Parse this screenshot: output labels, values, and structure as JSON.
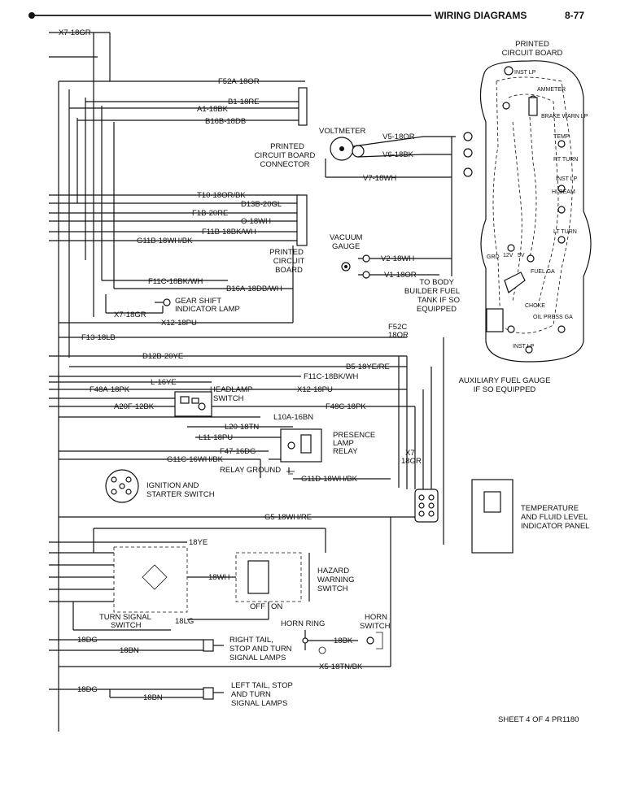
{
  "header": {
    "title": "WIRING DIAGRAMS",
    "page": "8-77"
  },
  "components": {
    "printed_circuit_board": "PRINTED\nCIRCUIT BOARD",
    "pcb_connector": "PRINTED\nCIRCUIT BOARD\nCONNECTOR",
    "voltmeter": "VOLTMETER",
    "printed_circuit_board_2": "PRINTED\nCIRCUIT\nBOARD",
    "vacuum_gauge": "VACUUM\nGAUGE",
    "gear_shift_lamp": "GEAR SHIFT\nINDICATOR LAMP",
    "to_body_builder": "TO BODY\nBUILDER FUEL\nTANK IF SO\nEQUIPPED",
    "auxiliary_fuel_gauge": "AUXILIARY FUEL GAUGE\nIF SO EQUIPPED",
    "headlamp_switch": "HEADLAMP\nSWITCH",
    "presence_lamp_relay": "PRESENCE\nLAMP\nRELAY",
    "relay_ground": "RELAY GROUND",
    "ignition_switch": "IGNITION AND\nSTARTER SWITCH",
    "temperature_panel": "TEMPERATURE\nAND FLUID LEVEL\nINDICATOR PANEL",
    "hazard_switch": "HAZARD\nWARNING\nSWITCH",
    "turn_signal_switch": "TURN SIGNAL\nSWITCH",
    "off": "OFF",
    "on": "ON",
    "horn_ring": "HORN RING",
    "horn_switch": "HORN\nSWITCH",
    "right_tail": "RIGHT TAIL,\nSTOP AND TURN\nSIGNAL LAMPS",
    "left_tail": "LEFT TAIL, STOP\nAND TURN\nSIGNAL LAMPS"
  },
  "wires": {
    "x7_18gr_top": "X7-18GR",
    "f52a": "F52A-18OR",
    "b1": "B1-18RE",
    "a1": "A1-18BK",
    "b16b": "B16B-18DB",
    "v5": "V5-18OR",
    "v6": "V6-18BK",
    "v7": "V7-18WH",
    "t10": "T10-18OR/BK",
    "d13b": "D13B-20GL",
    "f1b": "F1B-20RE",
    "o18wh": "O-18WH",
    "f11b": "F11B-18BK/WH",
    "g11b": "G11B-18WH/BK",
    "v2": "V2-18WH",
    "v1": "V1-18OR",
    "f11c_top": "F11C-18BK/WH",
    "b16a": "B16A-18DB/WH",
    "x7_18gr_mid": "X7-18GR",
    "x12_top": "X12-18PU",
    "f52c": "F52C\n18OR",
    "f13": "F13-18LB",
    "d12b": "D12B-20YE",
    "b5": "B5-18YE/RE",
    "l16ye": "L-16YE",
    "f11c": "F11C-18BK/WH",
    "f48a": "F48A-18PK",
    "x12": "X12-18PU",
    "a20f": "A20F-12BK",
    "f48c": "F48C-18PK",
    "l10a": "L10A-16BN",
    "l20": "L20-18TN",
    "l11": "L11-18PU",
    "f47": "F47-16DG",
    "g11c": "G11C-16WH/BK",
    "x7_18gr_bot": "X7\n18GR",
    "g11d": "G11D-18WH/BK",
    "g5": "G5-18WH/RE",
    "ye18": "18YE",
    "wh18": "18WH",
    "lg18": "18LG",
    "bk18": "18BK",
    "dg18_a": "18DG",
    "bn18_a": "18BN",
    "x5": "X5-18TN/BK",
    "dg18_b": "18DG",
    "bn18_b": "18BN"
  },
  "pcb_labels": [
    "INST LP",
    "AMMETER",
    "BRAKE WARN LP",
    "TEMP",
    "HI BEAM",
    "RT TURN",
    "INST LP",
    "LT TURN",
    "FUEL GA",
    "OIL PRESS GA",
    "CHOKE",
    "INST LP",
    "GRD",
    "12V",
    "5V"
  ],
  "footer": "SHEET 4 OF 4  PR1180"
}
